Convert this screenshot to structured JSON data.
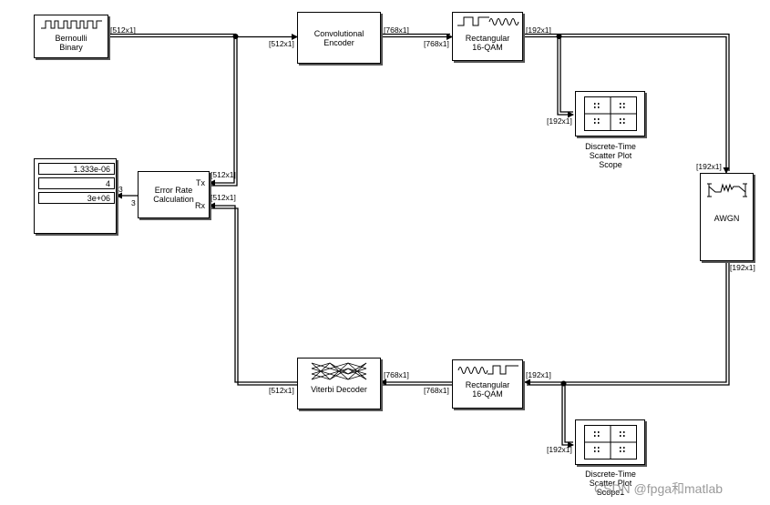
{
  "blocks": {
    "bernoulli": {
      "line1": "Bernoulli",
      "line2": "Binary"
    },
    "conv_encoder": {
      "line1": "Convolutional",
      "line2": "Encoder"
    },
    "mod_top": {
      "line1": "Rectangular",
      "line2": "16-QAM"
    },
    "scope_top": {
      "line1": "Discrete-Time",
      "line2": "Scatter Plot",
      "line3": "Scope"
    },
    "awgn": {
      "label": "AWGN"
    },
    "mod_bottom": {
      "line1": "Rectangular",
      "line2": "16-QAM"
    },
    "viterbi": {
      "label": "Viterbi Decoder"
    },
    "scope_bottom": {
      "line1": "Discrete-Time",
      "line2": "Scatter Plot",
      "line3": "Scope1"
    },
    "error_rate": {
      "line1": "Error Rate",
      "line2": "Calculation",
      "port_tx": "Tx",
      "port_rx": "Rx"
    },
    "display": {
      "values": [
        "1.333e-06",
        "4",
        "3e+06"
      ]
    }
  },
  "signals": {
    "s_bern_out": "[512x1]",
    "s_enc_in": "[512x1]",
    "s_enc_out": "[768x1]",
    "s_mod_in": "[768x1]",
    "s_mod_out": "[192x1]",
    "s_scope_top_in": "[192x1]",
    "s_awgn_in": "[192x1]",
    "s_awgn_out": "[192x1]",
    "s_demod_in": "[192x1]",
    "s_scope_bot_in": "[192x1]",
    "s_demod_out": "[768x1]",
    "s_viterbi_in": "[768x1]",
    "s_viterbi_out": "[512x1]",
    "s_tx_in": "[512x1]",
    "s_rx_in": "[512x1]",
    "s_err_out1": "3",
    "s_err_out2": "3"
  },
  "watermark": "CSDN @fpga和matlab"
}
